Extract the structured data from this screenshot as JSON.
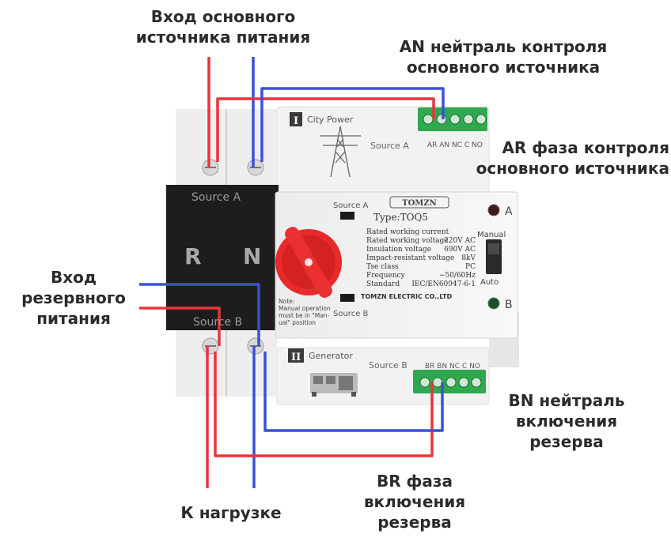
{
  "labels": {
    "main_input": "Вход основного\nисточника питания",
    "an_neutral": "AN нейтраль контроля\nосновного источника",
    "ar_phase": "AR фаза контроля\nосновного источника",
    "backup_input": "Вход\nрезервного\nпитания",
    "bn_neutral": "BN нейтраль\nвключения\nрезерва",
    "br_phase": "BR фаза\nвключения\nрезерва",
    "load": "К нагрузке"
  },
  "device": {
    "source_a_block": "Source A",
    "source_b_block": "Source B",
    "pole_r": "R",
    "pole_n": "N",
    "city_numeral": "I",
    "city_power": "City Power",
    "gen_numeral": "II",
    "generator": "Generator",
    "source_a_small": "Source A",
    "source_b_small": "Source B",
    "terminals_top": "AR AN NC C NO",
    "terminals_bottom": "BR BN NC C NO",
    "switch_source_a": "Source A",
    "switch_source_b": "Source B",
    "brand": "TOMZN",
    "type_line": "Type:TOQ5",
    "specs": [
      {
        "label": "Rated working current",
        "value": ""
      },
      {
        "label": "Rated working voltage",
        "value": "220V AC"
      },
      {
        "label": "Insulation voltage",
        "value": "690V AC"
      },
      {
        "label": "Impact-resistant voltage",
        "value": "8kV"
      },
      {
        "label": "Tse class",
        "value": "PC"
      },
      {
        "label": "Frequency",
        "value": "~50/60Hz"
      },
      {
        "label": "Standard",
        "value": "IEC/EN60947-6-1"
      }
    ],
    "company": "TOMZN ELECTRIC CO.,LTD",
    "note": [
      "Note:",
      "Manual operation",
      "must be in \"Man-",
      "ual\"  position"
    ],
    "indicator_a": "A",
    "indicator_b": "B",
    "mode_manual": "Manual",
    "mode_auto": "Auto"
  },
  "colors": {
    "phase_wire": "#e8343c",
    "neutral_wire": "#3a50d8",
    "terminal_green": "#2fa84f",
    "handle_red": "#e82a2a"
  }
}
